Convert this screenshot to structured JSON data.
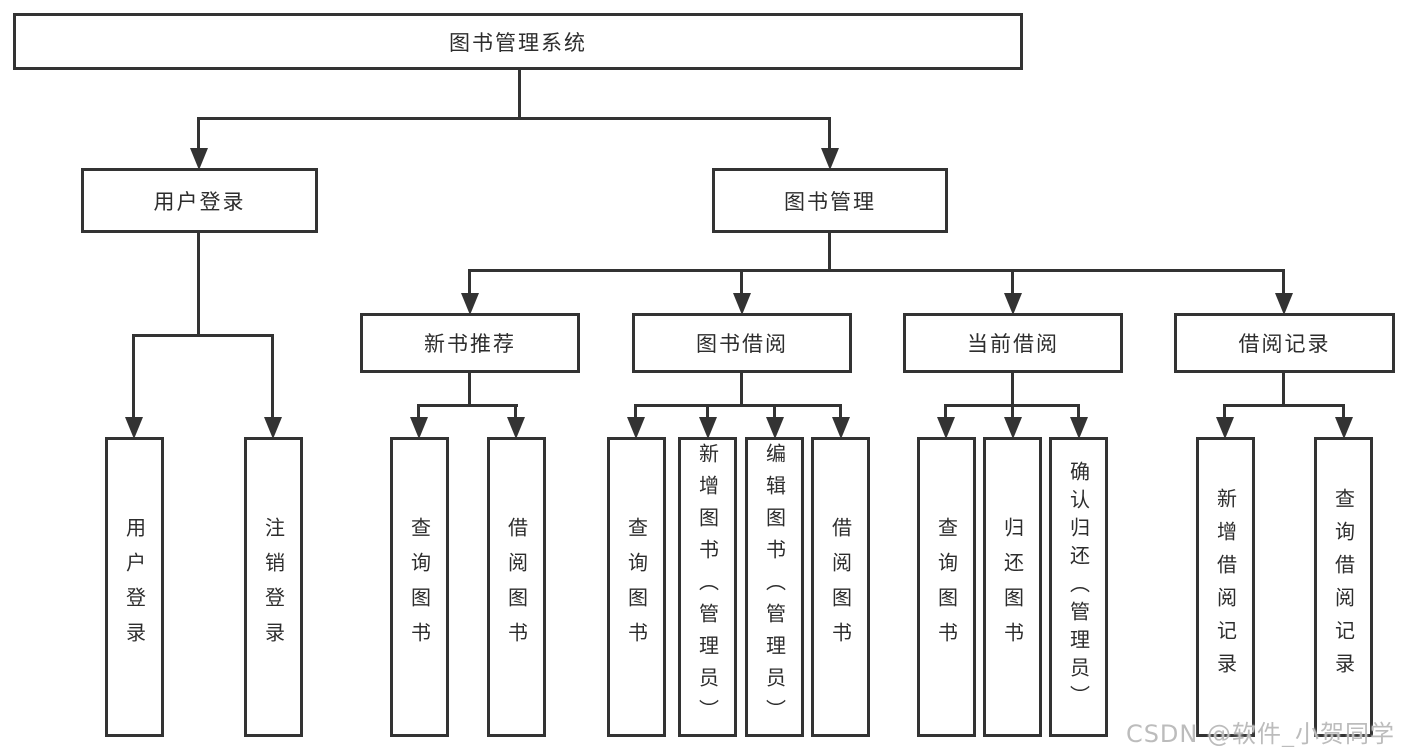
{
  "diagram": {
    "tree": {
      "label": "图书管理系统",
      "children": [
        {
          "label": "用户登录",
          "children": [
            {
              "label": "用户登录"
            },
            {
              "label": "注销登录"
            }
          ]
        },
        {
          "label": "图书管理",
          "children": [
            {
              "label": "新书推荐",
              "children": [
                {
                  "label": "查询图书"
                },
                {
                  "label": "借阅图书"
                }
              ]
            },
            {
              "label": "图书借阅",
              "children": [
                {
                  "label": "查询图书"
                },
                {
                  "label": "新增图书（管理员）"
                },
                {
                  "label": "编辑图书（管理员）"
                },
                {
                  "label": "借阅图书"
                }
              ]
            },
            {
              "label": "当前借阅",
              "children": [
                {
                  "label": "查询图书"
                },
                {
                  "label": "归还图书"
                },
                {
                  "label": "确认归还（管理员）"
                }
              ]
            },
            {
              "label": "借阅记录",
              "children": [
                {
                  "label": "新增借阅记录"
                },
                {
                  "label": "查询借阅记录"
                }
              ]
            }
          ]
        }
      ]
    },
    "colors": {
      "line": "#333333",
      "text": "#2d2d2d",
      "background": "#ffffff",
      "watermark": "#bcbcbc"
    },
    "watermark": "CSDN @软件_小贺同学"
  }
}
